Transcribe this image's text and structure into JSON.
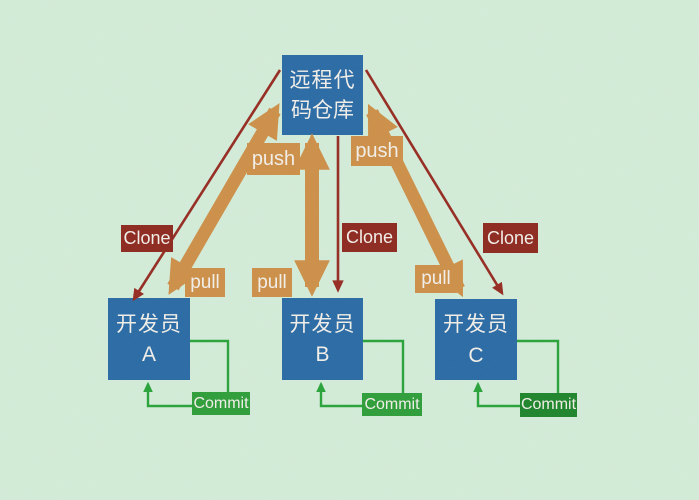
{
  "colors": {
    "background": "#d3ecd8",
    "box_blue": "#2b6ba5",
    "arrow_orange": "#cd9049",
    "clone_red_box": "#8e2a20",
    "clone_red_line": "#962c22",
    "commit_green_box": "#2f9e3a",
    "commit_green_box_dark": "#1f852c",
    "commit_green_line": "#2aa33a",
    "text_white": "#f2efe9"
  },
  "nodes": {
    "remote_repo": {
      "line1": "远程代",
      "line2": "码仓库"
    },
    "dev_a": {
      "label": "开发员",
      "name": "A"
    },
    "dev_b": {
      "label": "开发员",
      "name": "B"
    },
    "dev_c": {
      "label": "开发员",
      "name": "C"
    }
  },
  "edge_labels": {
    "push_left": "push",
    "push_right": "push",
    "pull_a": "pull",
    "pull_b": "pull",
    "pull_c": "pull",
    "clone_a": "Clone",
    "clone_b": "Clone",
    "clone_c": "Clone",
    "commit_a": "Commit",
    "commit_b": "Commit",
    "commit_c": "Commit"
  }
}
